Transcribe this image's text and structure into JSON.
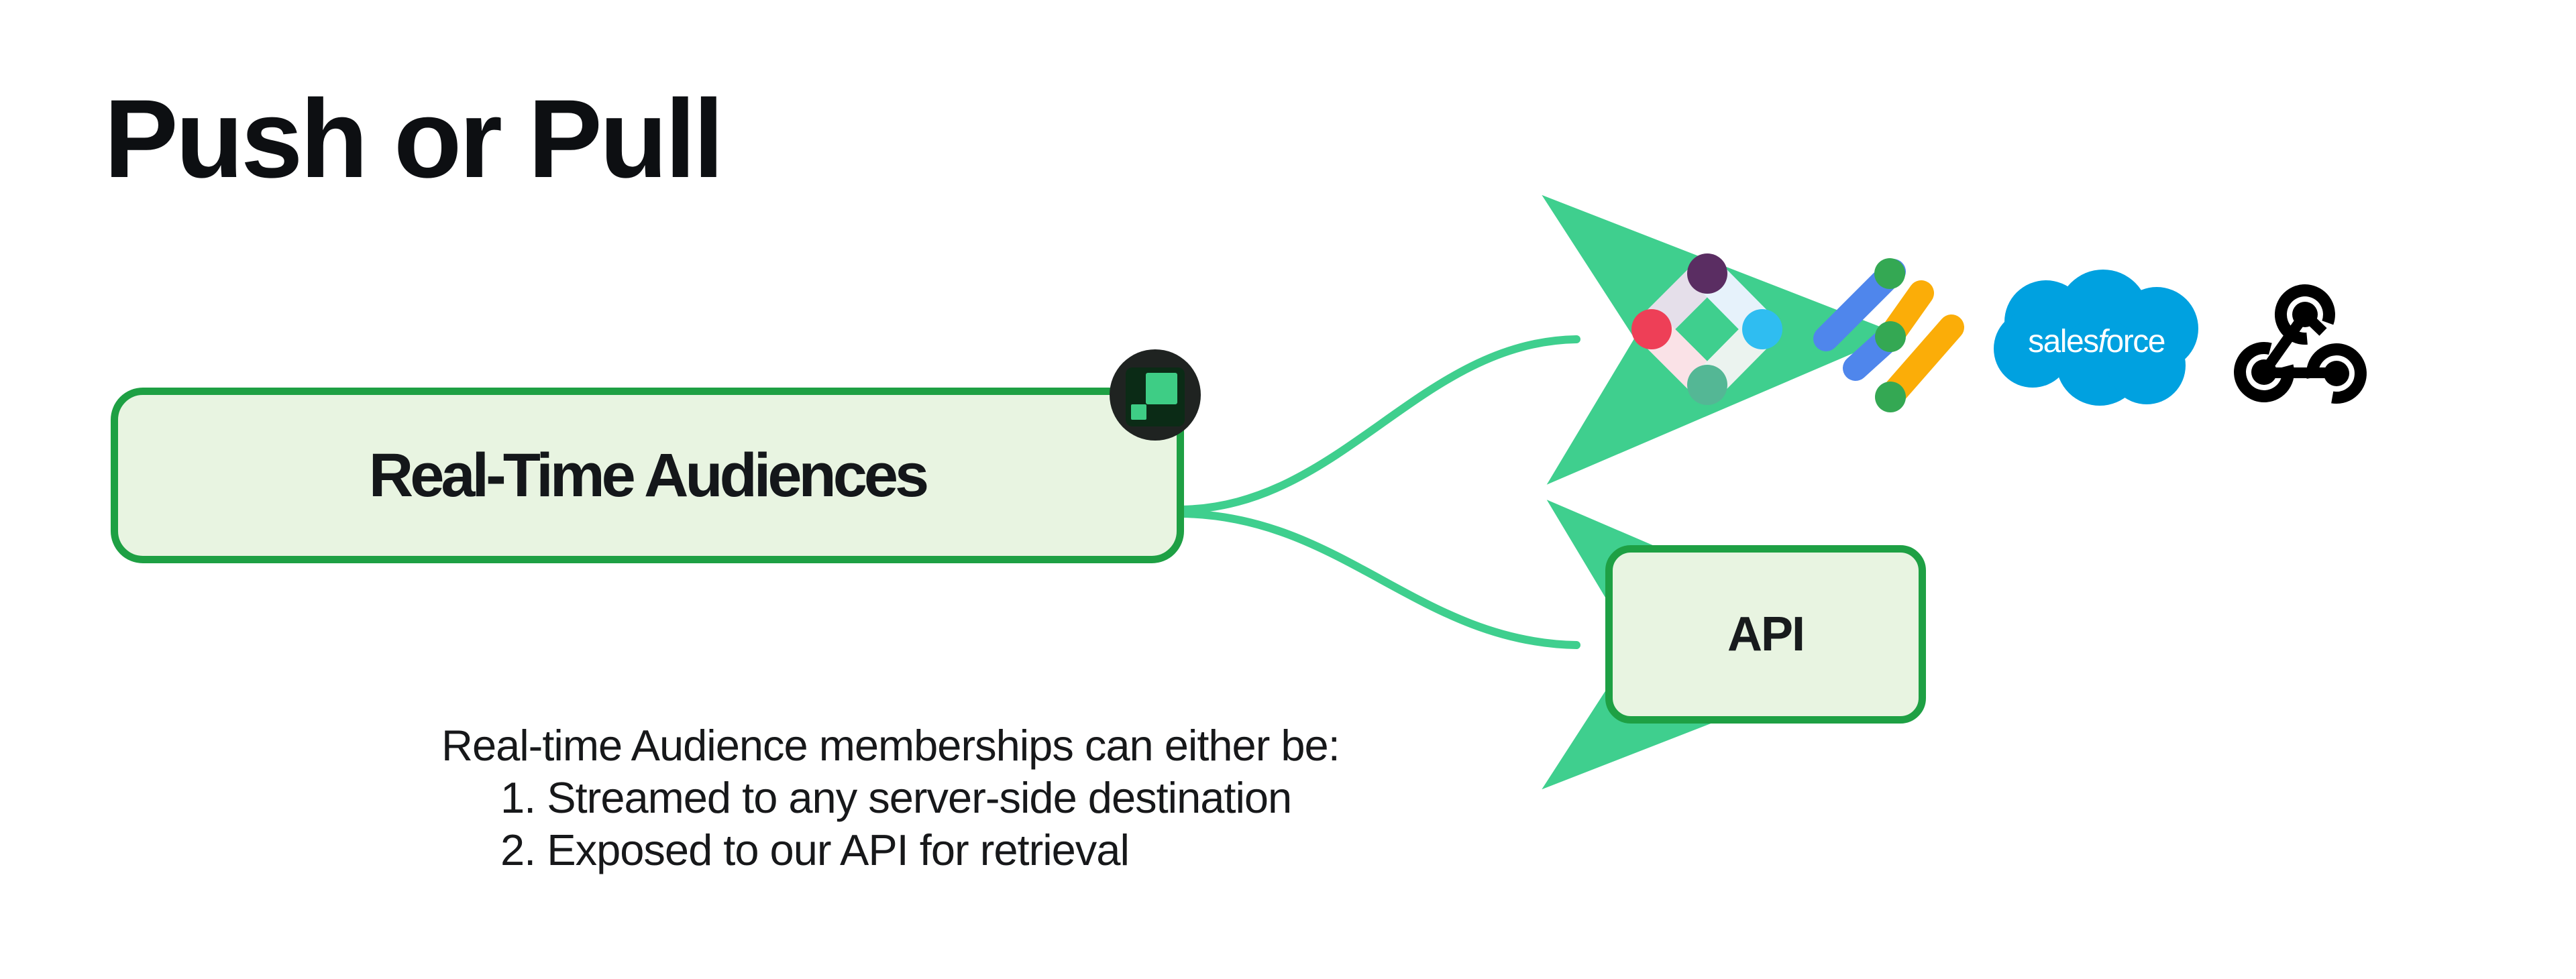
{
  "slide": {
    "title": "Push or Pull"
  },
  "nodes": {
    "source": {
      "label": "Real-Time Audiences",
      "badge_icon": "segment-squares-logo"
    },
    "api": {
      "label": "API"
    }
  },
  "destinations": {
    "icons": [
      "iterable-logo",
      "google-ad-manager-logo",
      "salesforce-logo",
      "webhook-icon"
    ],
    "salesforce_wordmark": {
      "part1": "sales",
      "part2": "f",
      "part3": "orce"
    }
  },
  "note": {
    "intro": "Real-time Audience memberships can either be:",
    "items": [
      "1. Streamed to any server-side destination",
      "2. Exposed to our API for retrieval"
    ]
  },
  "colors": {
    "node_border_green": "#1EA044",
    "node_fill_green": "#E8F4E1",
    "arrow_green": "#3FCF8E",
    "badge_background": "#1F2321",
    "badge_inner_square": "#0B2B16",
    "badge_accent_green": "#3ECD85",
    "salesforce_blue": "#00A1E0",
    "iterable_purple": "#5A2D62",
    "iterable_red": "#EE3F57",
    "iterable_cyan": "#2FBDF1",
    "iterable_teal": "#54B795",
    "admanager_blue": "#4F86EC",
    "admanager_yellow": "#FBAD08",
    "admanager_green": "#34A853",
    "webhook_black": "#000000",
    "text_ink": "#121417"
  }
}
